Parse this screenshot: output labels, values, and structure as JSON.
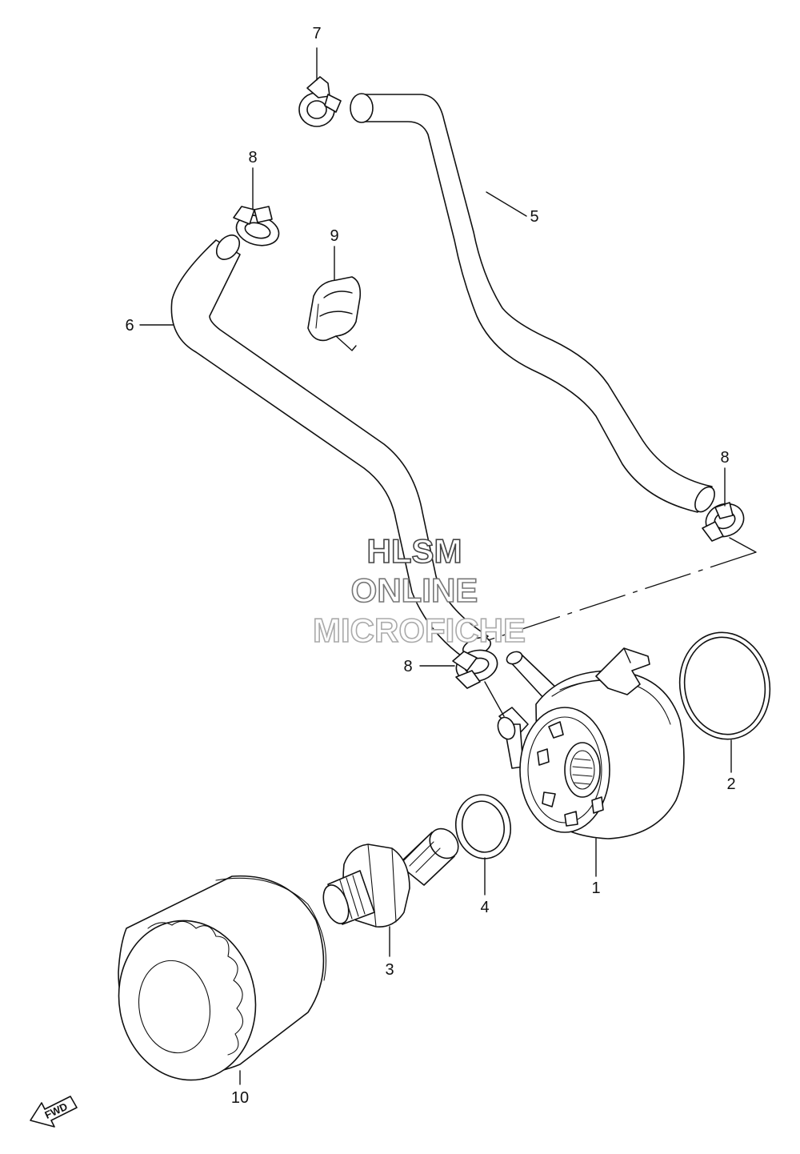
{
  "callouts": {
    "c1": "1",
    "c2": "2",
    "c3": "3",
    "c4": "4",
    "c5": "5",
    "c6": "6",
    "c7": "7",
    "c8a": "8",
    "c8b": "8",
    "c8c": "8",
    "c9": "9",
    "c10": "10"
  },
  "watermark": {
    "line1": "HLSM",
    "line2": "ONLINE",
    "line3": "MICROFICHE",
    "colors": [
      "#444444",
      "#777777",
      "#aaaaaa"
    ]
  },
  "direction_badge": {
    "label": "FWD",
    "icon": "forward-arrow-icon"
  }
}
